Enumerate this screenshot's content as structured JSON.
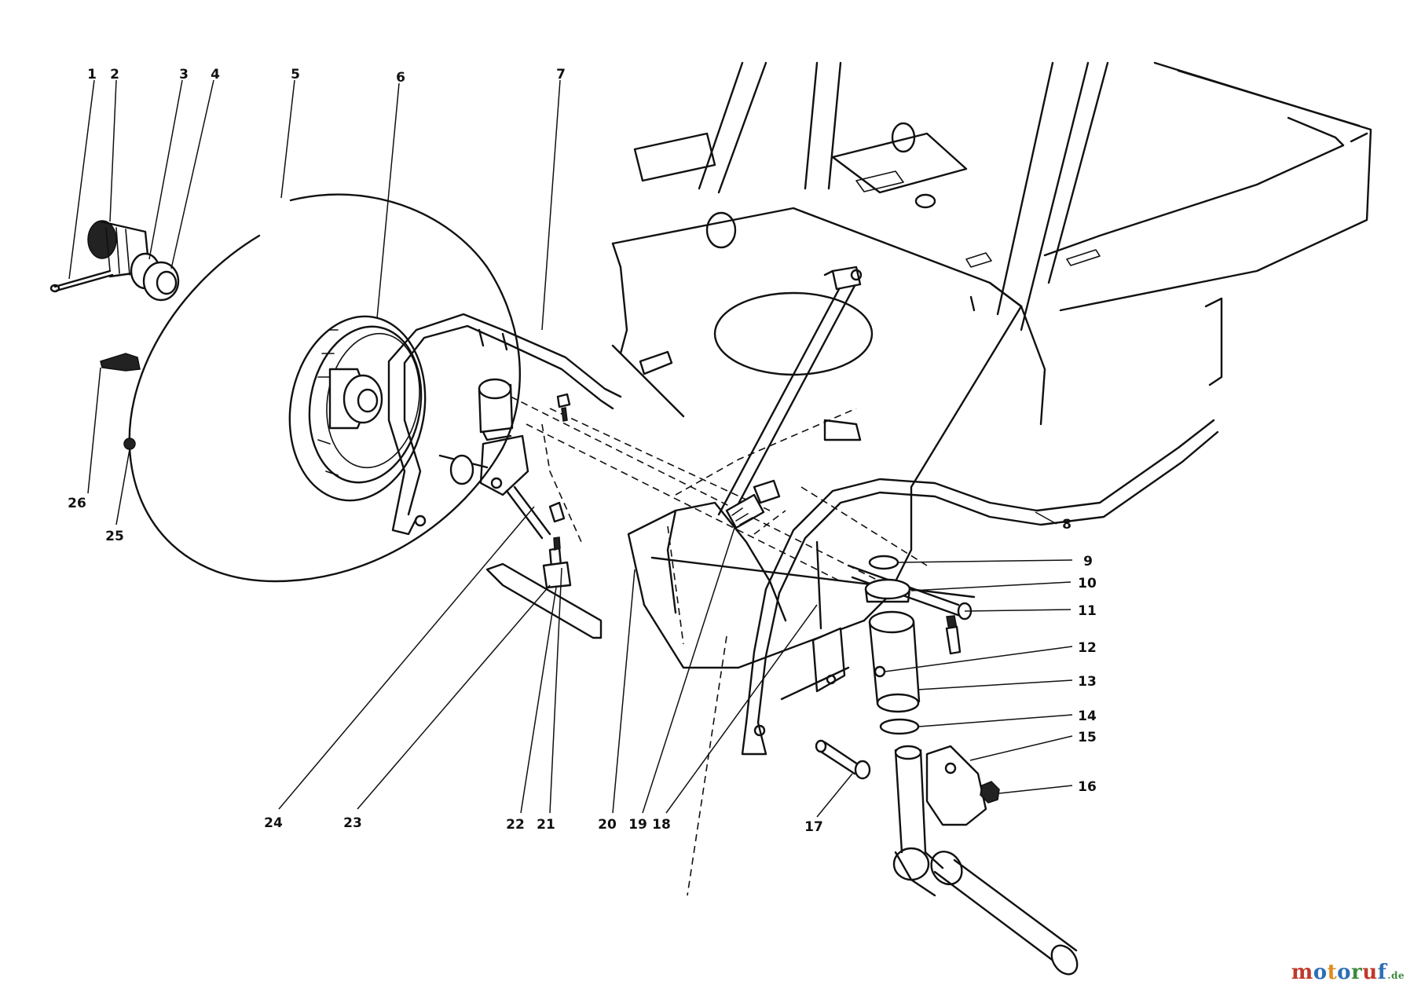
{
  "diagram": {
    "callouts": [
      "1",
      "2",
      "3",
      "4",
      "5",
      "6",
      "7",
      "8",
      "9",
      "10",
      "11",
      "12",
      "13",
      "14",
      "15",
      "16",
      "17",
      "18",
      "19",
      "20",
      "21",
      "22",
      "23",
      "24",
      "25",
      "26"
    ]
  },
  "watermark": {
    "letters": [
      "m",
      "o",
      "t",
      "o",
      "r",
      "u",
      "f"
    ],
    "colors": [
      "#c0392b",
      "#2c6fb7",
      "#e08a1e",
      "#2c6fb7",
      "#3d8a3d",
      "#c0392b",
      "#2c6fb7"
    ],
    "suffix": ".de"
  }
}
